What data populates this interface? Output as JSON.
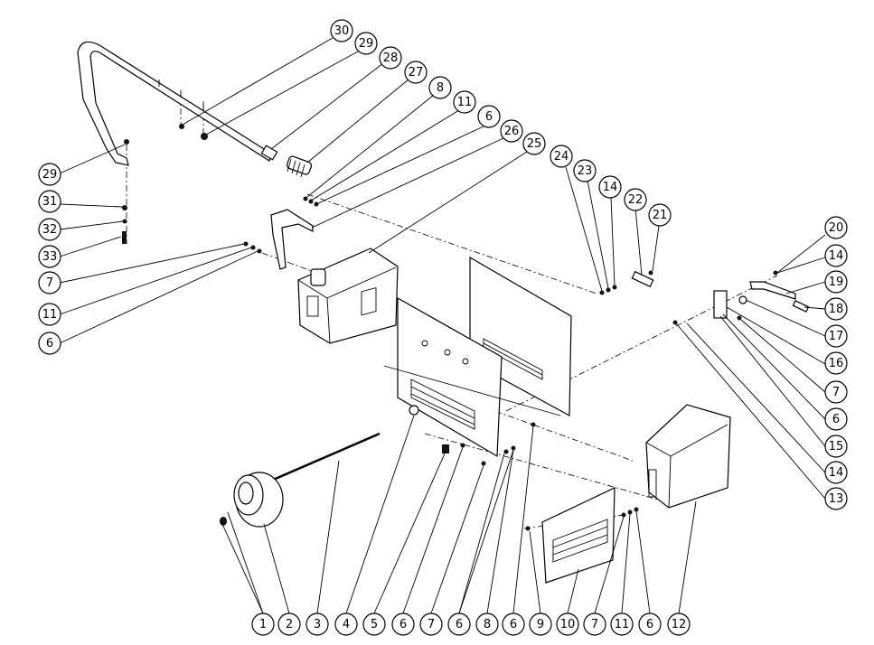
{
  "diagram": {
    "type": "exploded-parts-view",
    "callouts": [
      {
        "label": "1"
      },
      {
        "label": "2"
      },
      {
        "label": "3"
      },
      {
        "label": "4"
      },
      {
        "label": "5"
      },
      {
        "label": "6"
      },
      {
        "label": "7"
      },
      {
        "label": "6"
      },
      {
        "label": "8"
      },
      {
        "label": "6"
      },
      {
        "label": "9"
      },
      {
        "label": "10"
      },
      {
        "label": "7"
      },
      {
        "label": "11"
      },
      {
        "label": "6"
      },
      {
        "label": "12"
      },
      {
        "label": "30"
      },
      {
        "label": "29"
      },
      {
        "label": "28"
      },
      {
        "label": "27"
      },
      {
        "label": "8"
      },
      {
        "label": "11"
      },
      {
        "label": "6"
      },
      {
        "label": "26"
      },
      {
        "label": "25"
      },
      {
        "label": "29"
      },
      {
        "label": "31"
      },
      {
        "label": "32"
      },
      {
        "label": "33"
      },
      {
        "label": "7"
      },
      {
        "label": "11"
      },
      {
        "label": "6"
      },
      {
        "label": "24"
      },
      {
        "label": "23"
      },
      {
        "label": "14"
      },
      {
        "label": "22"
      },
      {
        "label": "21"
      },
      {
        "label": "20"
      },
      {
        "label": "14"
      },
      {
        "label": "19"
      },
      {
        "label": "18"
      },
      {
        "label": "17"
      },
      {
        "label": "16"
      },
      {
        "label": "7"
      },
      {
        "label": "6"
      },
      {
        "label": "15"
      },
      {
        "label": "14"
      },
      {
        "label": "13"
      }
    ]
  }
}
